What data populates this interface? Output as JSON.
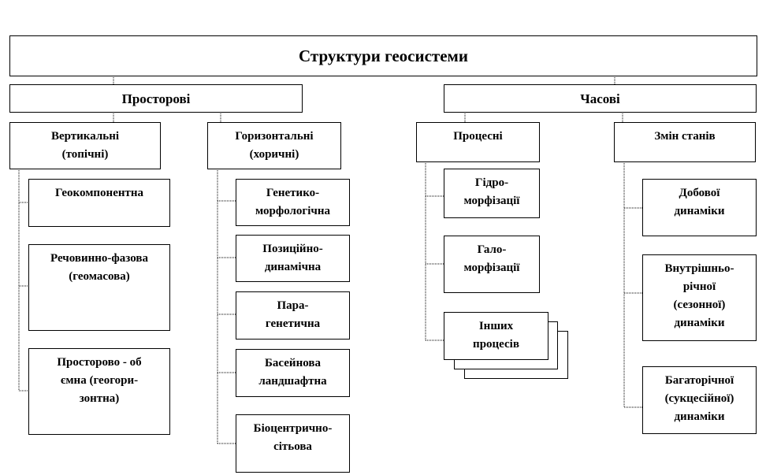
{
  "root": {
    "title": "Структури геосистеми",
    "spatial": {
      "label": "Просторові",
      "vertical": {
        "label": "Вертикальні\n(топічні)",
        "items": [
          "Геокомпонентна",
          "Речовинно-фазова\n(геомасова)",
          "Просторово - об\nємна (геогори-\nзонтна)"
        ]
      },
      "horizontal": {
        "label": "Горизонтальні\n(хоричні)",
        "items": [
          "Генетико-\nморфологічна",
          "Позиційно-\nдинамічна",
          "Пара-\nгенетична",
          "Басейнова\nландшафтна",
          "Біоцентрично-\nсітьова"
        ]
      }
    },
    "temporal": {
      "label": "Часові",
      "processes": {
        "label": "Процесні",
        "items": [
          "Гідро-\nморфізації",
          "Гало-\nморфізації",
          "Інших\nпроцесів"
        ]
      },
      "states": {
        "label": "Змін станів",
        "items": [
          "Добової\nдинаміки",
          "Внутрішньо-\nрічної\n(сезонної)\nдинаміки",
          "Багаторічної\n(сукцесійної)\nдинаміки"
        ]
      }
    }
  }
}
